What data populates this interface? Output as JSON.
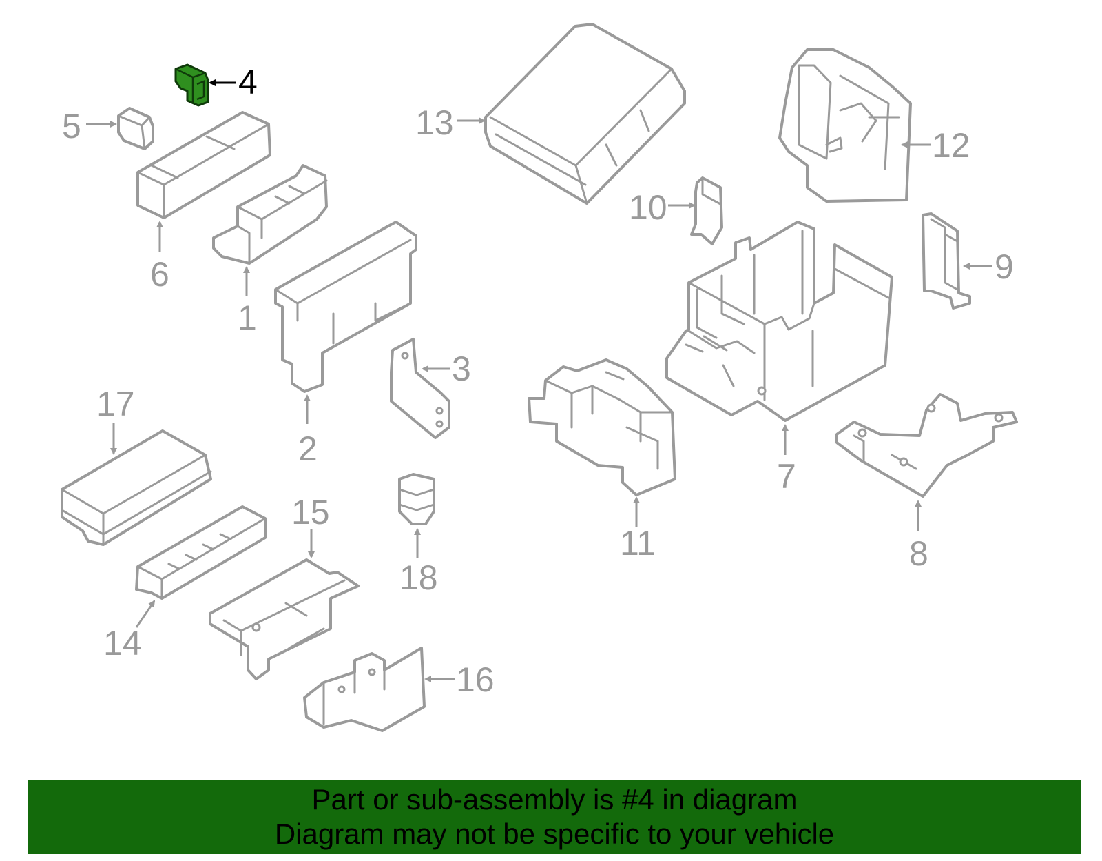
{
  "labels": {
    "p1": "1",
    "p2": "2",
    "p3": "3",
    "p4": "4",
    "p5": "5",
    "p6": "6",
    "p7": "7",
    "p8": "8",
    "p9": "9",
    "p10": "10",
    "p11": "11",
    "p12": "12",
    "p13": "13",
    "p14": "14",
    "p15": "15",
    "p16": "16",
    "p17": "17",
    "p18": "18"
  },
  "highlight": {
    "part": "4",
    "color": "#2f8f1f"
  },
  "banner": {
    "line1": "Part or sub-assembly is #4 in diagram",
    "line2": "Diagram may not be specific to your vehicle",
    "background": "#136a0b"
  }
}
